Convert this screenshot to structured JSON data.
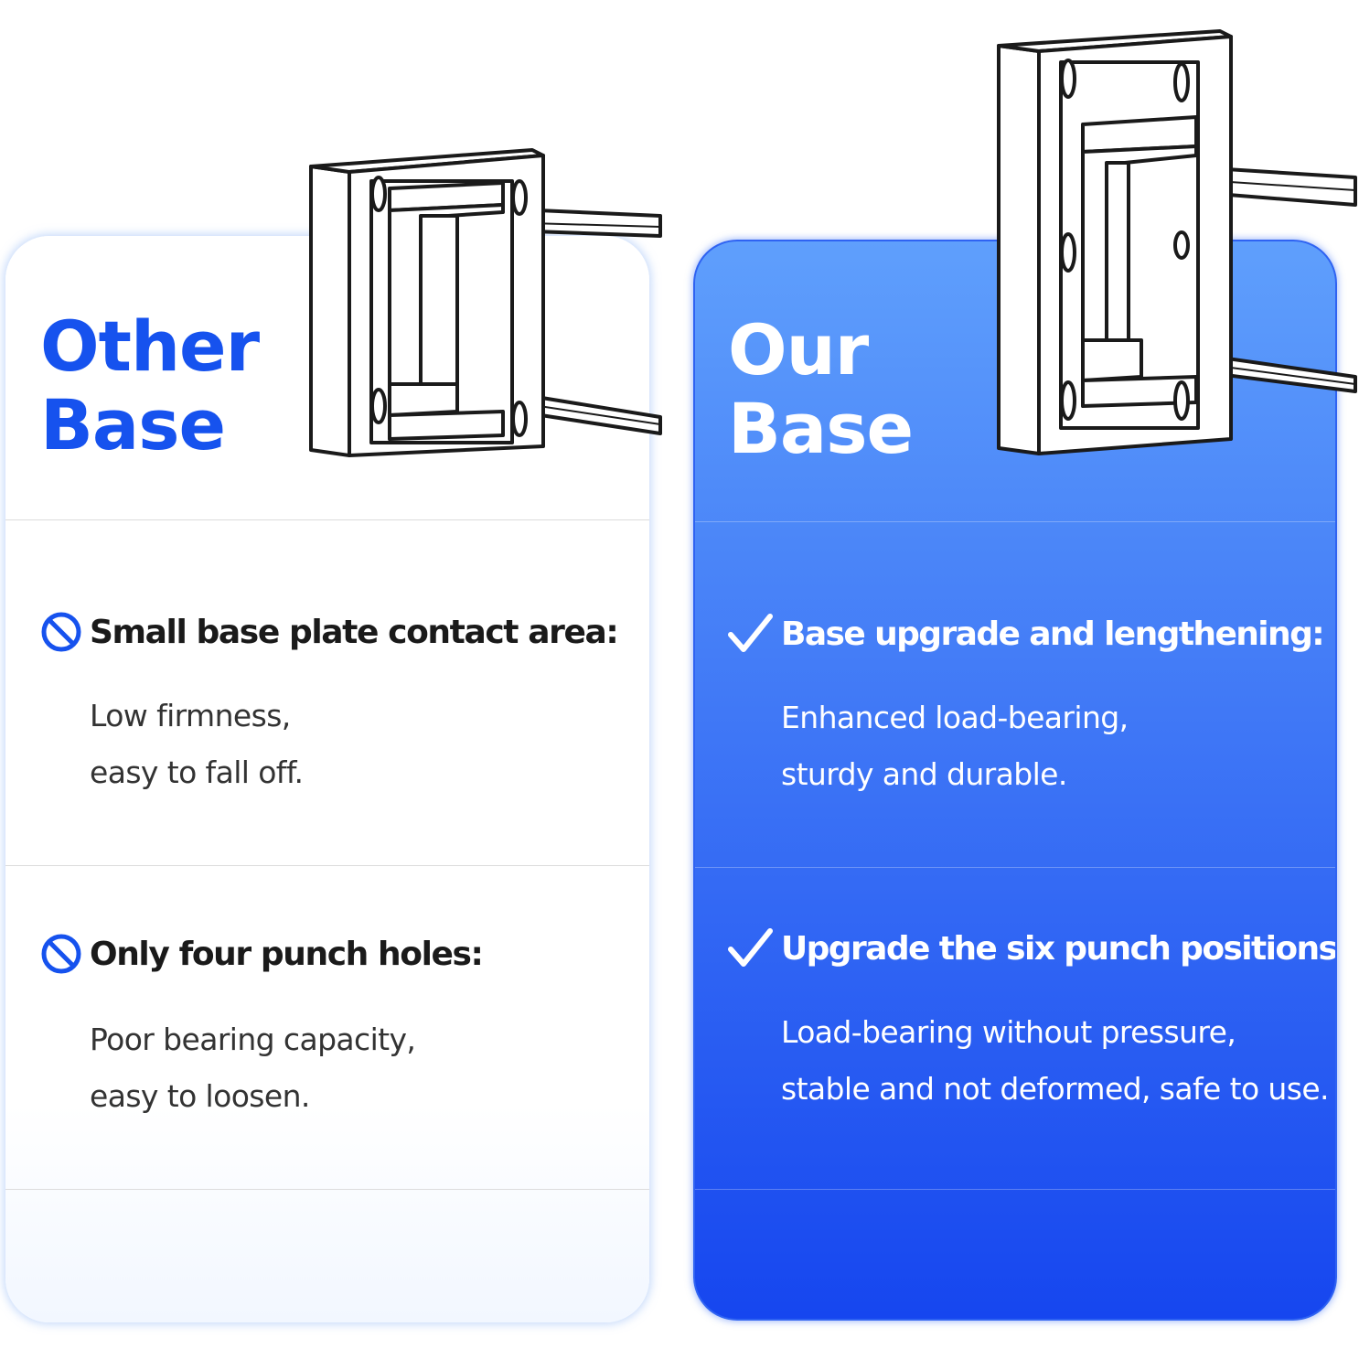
{
  "colors": {
    "brand_blue": "#1652ee",
    "card_ours_top": "#5f9ffc",
    "card_ours_bottom": "#1646ef",
    "text_dark": "#1a1a1a",
    "text_body": "#333333",
    "white": "#ffffff"
  },
  "other": {
    "title_line1": "Other",
    "title_line2": "Base",
    "icon": "prohibited-icon",
    "features": [
      {
        "title": "Small base plate contact area:",
        "desc_line1": "Low firmness,",
        "desc_line2": "easy to fall off."
      },
      {
        "title": "Only four punch holes:",
        "desc_line1": "Poor bearing capacity,",
        "desc_line2": "easy to loosen."
      }
    ]
  },
  "ours": {
    "title_line1": "Our",
    "title_line2": "Base",
    "icon": "checkmark-icon",
    "features": [
      {
        "title": "Base upgrade and lengthening:",
        "desc_line1": "Enhanced load-bearing,",
        "desc_line2": "sturdy and durable."
      },
      {
        "title": "Upgrade the six punch positions:",
        "desc_line1": "Load-bearing without pressure,",
        "desc_line2": "stable and not deformed, safe to use."
      }
    ]
  }
}
